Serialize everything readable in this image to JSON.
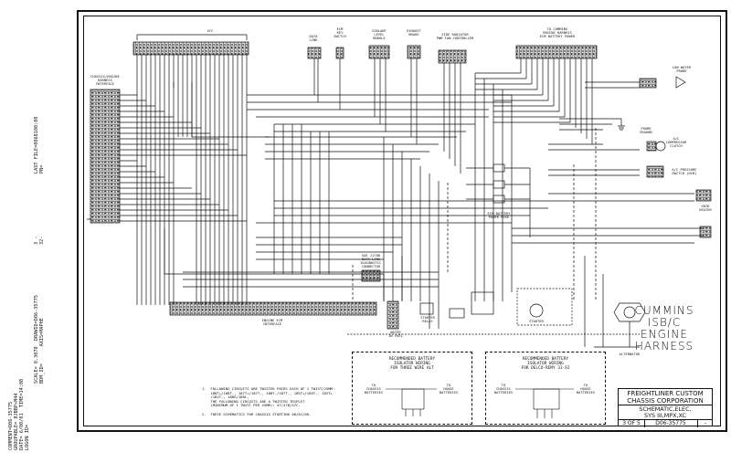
{
  "margin_text": {
    "col1": "COMMENT=D06-35775\nGROUPABLE= 8JBBP+M44\nDATE= 6/00/01  TIME=14:08\nLOGON ID=",
    "col2": "SCALE= 0.3070  DRAWID=D06-35775\nBDM_ID=      AXIS=MAPHE",
    "col3": "3 -\n32-",
    "col4": "LAST FILE=0068100:00\nPN=",
    "col5": "D06-35775"
  },
  "labels": {
    "vcc": "VCC",
    "data_link": "DATA\nLINK",
    "ecm_key_switch": "ECM\nKEY\nSWITCH",
    "coolant_level_module": "COOLANT\nLEVEL\nMODULE",
    "exhaust_brake": "EXHAUST\nBRAKE",
    "side_radiator": "SIDE RADIATOR\nPWM FAN CONTROLLER",
    "engine_harness_top": "TO CUMMINS\nENGINE HARNESS\nECM BATTERY POWER",
    "chassis_engine_harness": "CHASSIS/ENGINE\nHARNESS\nINTERFACE",
    "low_water_probe": "LOW WATER\nPROBE",
    "frame_ground": "FRAME\nGROUND",
    "ac_compressor_clutch": "A/C\nCOMPRESSOR\nCLUTCH",
    "ac_pressure_switch": "A/C PRESSURE\nSWITCH (HCB)",
    "grid_heater": "GRID\nHEATER",
    "ecm_battery_power_fuse": "ECM BATTERY\nPOWER FUSE",
    "sae_j1708": "SAE J1708\nDATA LINK\nDIAGNOSTIC\nCONNECTOR",
    "water_in_fuel": "WATER\nIN FUEL",
    "starter_relay": "STARTER\nRELAY",
    "starter": "STARTER",
    "engine_ecm_interface": "ENGINE ECM\nINTERFACE",
    "alternator": "ALTERNATOR",
    "ground_stud": "GROUND\nSTUD"
  },
  "notes": "1.  FOLLOWING CIRCUITS ARE TWISTED PAIRS EACH OF 1 TWIST/25MM:\n    188T+/188T-, 187T+/187T-, 188T-/187T-, 185T+/185T-, 182T+\n    /182T-, 188G/188L,\n    THE FOLLOWING CIRCUITS ARE A TWISTED TRIPLET\n    (MINIMUM OF 1 TWIST PER 25MM): 47/47B/47C.\n\n2.  THESE SCHEMATICS FOR CHASSIS STARTING 06/01/00.",
  "boxes": {
    "left": {
      "title": "RECOMMENDED BATTERY\nISOLATOR WIRING\nFOR THREE WIRE ALT",
      "to_chassis": "TO\nCHASSIS\nBATTERIES",
      "to_house": "TO\nHOUSE\nBATTERIES"
    },
    "right": {
      "title": "RECOMMENDED BATTERY\nISOLATOR WIRING\nFOR DELCO-REMY 31-SI",
      "to_chassis": "TO\nCHASSIS\nBATTERIES",
      "to_house": "TO\nHOUSE\nBATTERIES"
    }
  },
  "title": {
    "line1": "CUMMINS ISB/C",
    "line2": "ENGINE HARNESS"
  },
  "title_block": {
    "company": "FREIGHTLINER CUSTOM\nCHASSIS CORPORATION",
    "drawing": "SCHEMATIC,ELEC,\nSYS III,MPX,XC",
    "sheet": "3 OF 5",
    "number": "D06-35775",
    "rev": "-"
  }
}
